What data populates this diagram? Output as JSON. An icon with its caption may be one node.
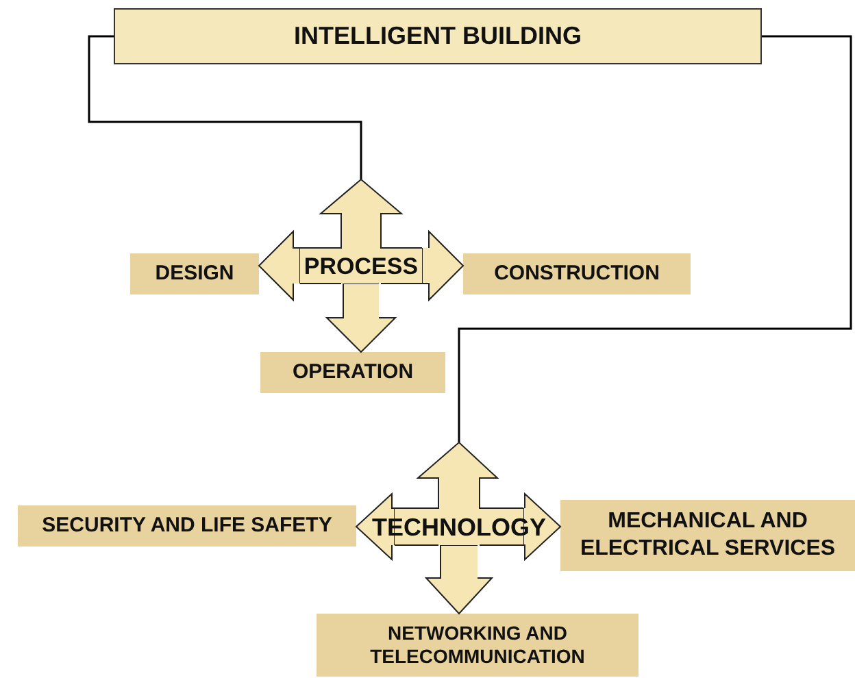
{
  "diagram": {
    "nodes": [
      {
        "text": [
          "INTELLIGENT BUILDING"
        ]
      },
      {
        "text": [
          "PROCESS"
        ]
      },
      {
        "text": [
          "DESIGN"
        ]
      },
      {
        "text": [
          "CONSTRUCTION"
        ]
      },
      {
        "text": [
          "OPERATION"
        ]
      },
      {
        "text": [
          "TECHNOLOGY"
        ]
      },
      {
        "text": [
          "SECURITY AND LIFE SAFETY"
        ]
      },
      {
        "text": [
          "MECHANICAL AND ELECTRICAL SERVICES"
        ]
      },
      {
        "text": [
          "NETWORKING AND TELECOMMUNICATION"
        ]
      }
    ],
    "edges": [
      {
        "from": 0,
        "to": 1,
        "arrow": "none"
      },
      {
        "from": 0,
        "to": 5,
        "arrow": "none"
      },
      {
        "from": 1,
        "to": 2,
        "arrow": "to"
      },
      {
        "from": 1,
        "to": 3,
        "arrow": "to"
      },
      {
        "from": 1,
        "to": 4,
        "arrow": "to"
      },
      {
        "from": 5,
        "to": 6,
        "arrow": "to"
      },
      {
        "from": 5,
        "to": 7,
        "arrow": "to"
      },
      {
        "from": 5,
        "to": 8,
        "arrow": "to"
      }
    ]
  }
}
